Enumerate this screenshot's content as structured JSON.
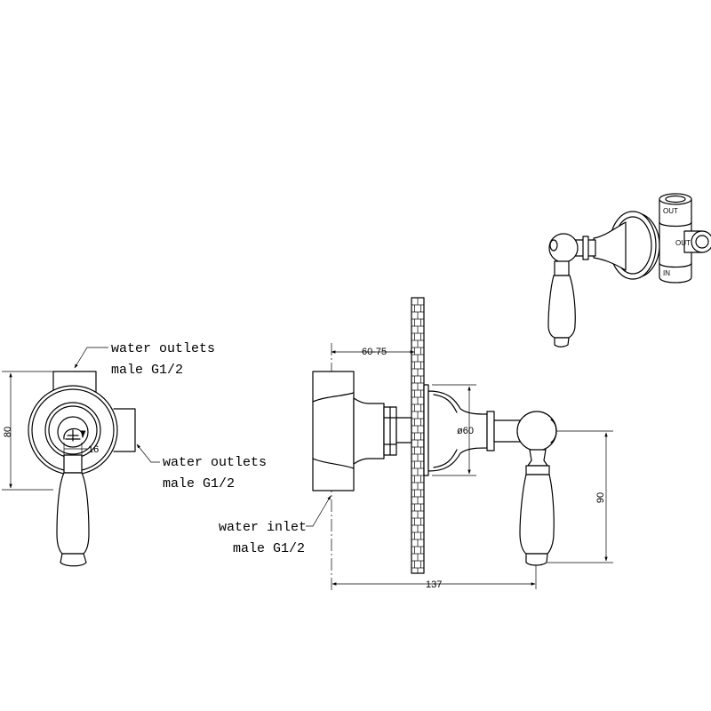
{
  "front_view": {
    "outlet_top_line1": "water outlets",
    "outlet_top_line2": "male G1/2",
    "outlet_side_line1": "water outlets",
    "outlet_side_line2": "male G1/2",
    "dim_height": "80",
    "dim_handle": "16"
  },
  "side_view": {
    "inlet_line1": "water inlet",
    "inlet_line2": "male G1/2",
    "dim_depth": "60-75",
    "dim_diameter": "ø60",
    "dim_handle_drop": "90",
    "dim_length": "137"
  },
  "iso_view": {
    "outlet_top": "OUT",
    "outlet_side": "OUT",
    "inlet": "IN"
  },
  "colors": {
    "line": "#000000",
    "background": "#ffffff"
  }
}
